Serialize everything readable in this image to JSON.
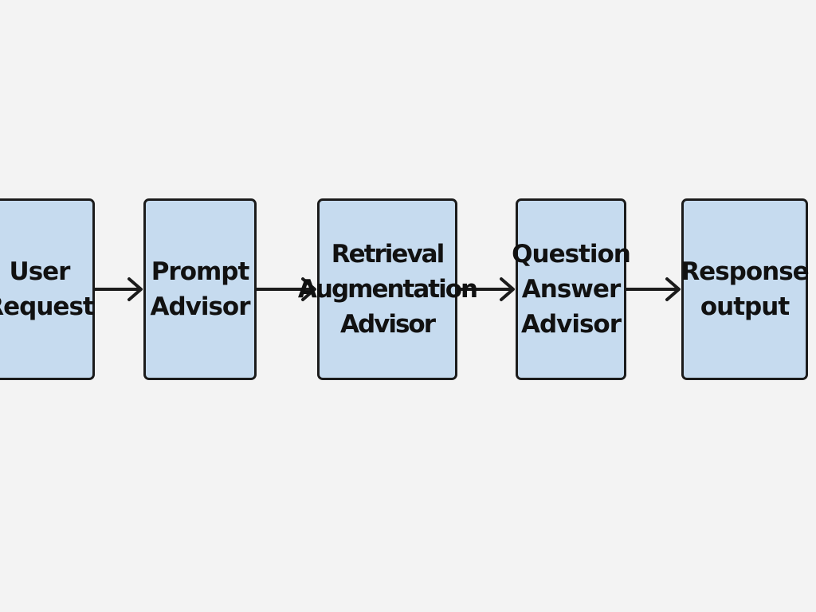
{
  "diagram": {
    "nodes": [
      {
        "id": "user-request",
        "label": "User\nRequest"
      },
      {
        "id": "prompt-advisor",
        "label": "Prompt\nAdvisor"
      },
      {
        "id": "retrieval-augmentation-advisor",
        "label": "Retrieval\nAugmentation\nAdvisor"
      },
      {
        "id": "question-answer-advisor",
        "label": "Question\nAnswer\nAdvisor"
      },
      {
        "id": "response-output",
        "label": "Response\noutput"
      }
    ],
    "edges": [
      {
        "from": "user-request",
        "to": "prompt-advisor"
      },
      {
        "from": "prompt-advisor",
        "to": "retrieval-augmentation-advisor"
      },
      {
        "from": "retrieval-augmentation-advisor",
        "to": "question-answer-advisor"
      },
      {
        "from": "question-answer-advisor",
        "to": "response-output"
      }
    ],
    "colors": {
      "background": "#f3f3f3",
      "box_fill": "#c6dbef",
      "box_border": "#1b1b1b",
      "text": "#111111",
      "arrow": "#1b1b1b"
    }
  }
}
